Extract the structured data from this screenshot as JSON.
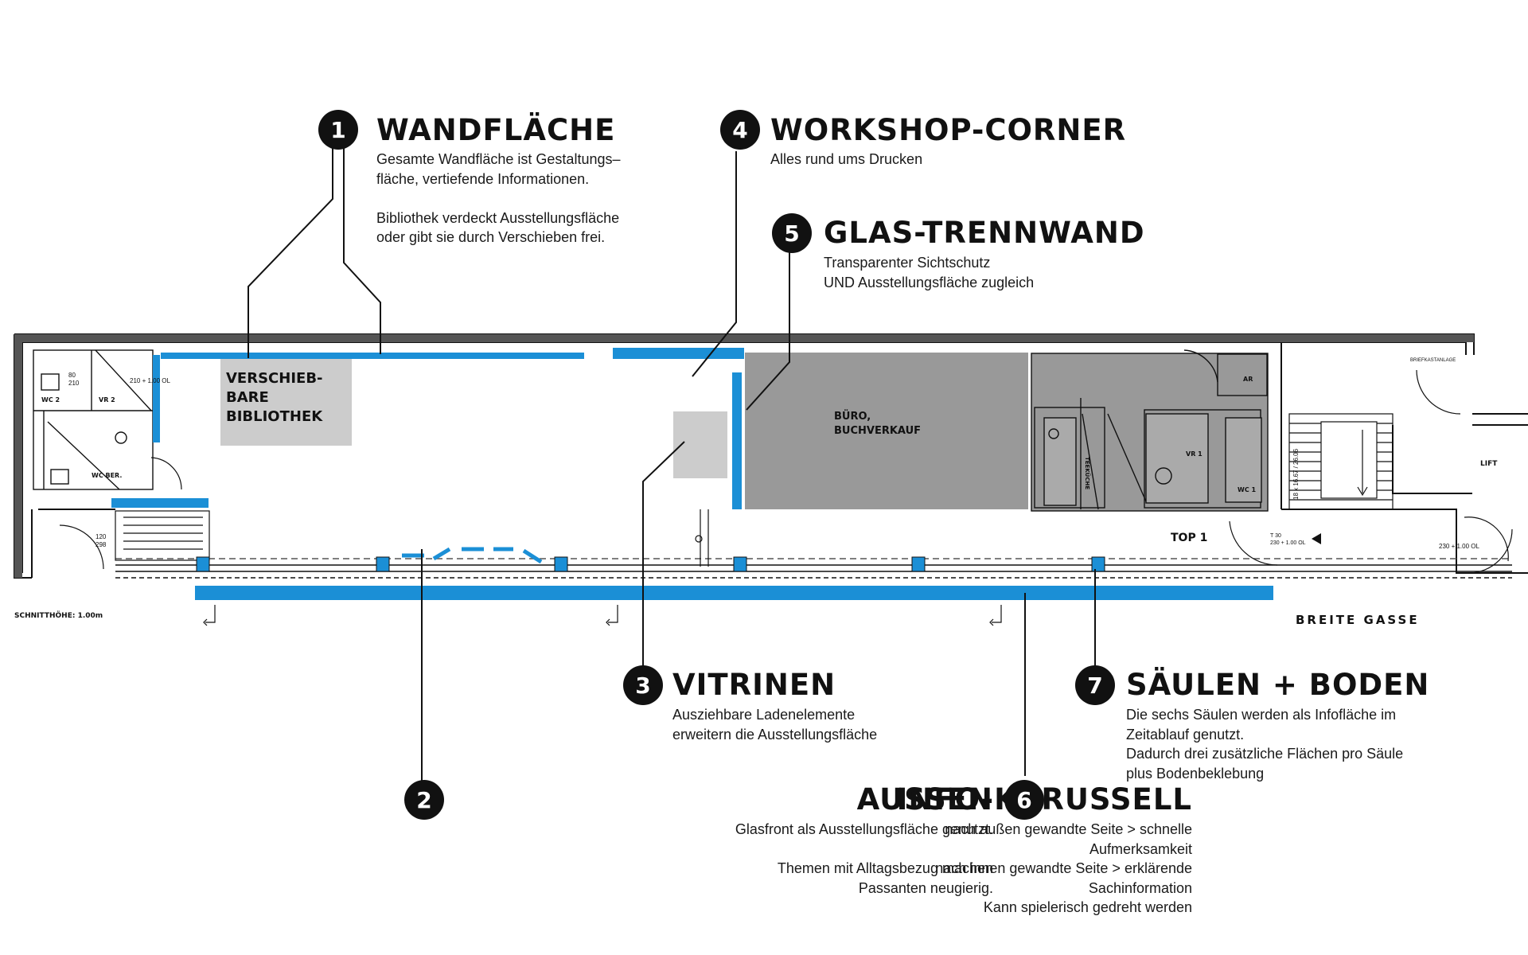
{
  "colors": {
    "accent_blue": "#1b8fd6",
    "room_gray": "#999999",
    "box_gray": "#cccccc",
    "ink": "#111111"
  },
  "callouts": [
    {
      "id": "1",
      "title": "WANDFLÄCHE",
      "body": [
        "Gesamte Wandfläche ist Gestaltungs–",
        "fläche, vertiefende Informationen.",
        "",
        "Bibliothek verdeckt Ausstellungsfläche",
        "oder gibt sie durch Verschieben frei."
      ]
    },
    {
      "id": "2",
      "title": "INFO-KARUSSELL",
      "body": [
        "nach außen gewandte Seite > schnelle",
        "Aufmerksamkeit",
        "nach innen gewandte Seite > erklärende",
        "Sachinformation",
        "Kann spielerisch gedreht werden"
      ]
    },
    {
      "id": "3",
      "title": "VITRINEN",
      "body": [
        "Ausziehbare Ladenelemente",
        "erweitern die Ausstellungsfläche"
      ]
    },
    {
      "id": "4",
      "title": "WORKSHOP-CORNER",
      "body": [
        "Alles rund ums Drucken"
      ]
    },
    {
      "id": "5",
      "title": "GLAS-TRENNWAND",
      "body": [
        "Transparenter Sichtschutz",
        "UND Ausstellungsfläche zugleich"
      ]
    },
    {
      "id": "6",
      "title": "AUSSEN",
      "body": [
        "Glasfront als Ausstellungsfläche genutzt.",
        "",
        "Themen mit Alltagsbezug machen",
        "Passanten neugierig."
      ]
    },
    {
      "id": "7",
      "title": "SÄULEN + BODEN",
      "body": [
        "Die sechs Säulen werden als Infofläche im",
        "Zeitablauf genutzt.",
        "Dadurch drei zusätzliche Flächen pro Säule",
        "plus Bodenbeklebung"
      ]
    }
  ],
  "plan": {
    "library_label": [
      "VERSCHIEB-",
      "BARE",
      "BIBLIOTHEK"
    ],
    "office_label": [
      "BÜRO,",
      "BUCHVERKAUF"
    ],
    "top_label": "TOP 1",
    "street_label": "BREITE GASSE",
    "section_height": "SCHNITTHÖHE: 1.00m",
    "lift_label": "LIFT",
    "rooms": {
      "wc2": "WC 2",
      "vr2": "VR 2",
      "wc_ber": "WC BER.",
      "vr1": "VR 1",
      "wc1": "WC 1",
      "ar": "AR",
      "teekueche": "TEEKÜCHE"
    },
    "dims": {
      "d80_210": [
        "80",
        "210"
      ],
      "d210_100": "210 + 1.00 OL",
      "d120_298": [
        "120",
        "298"
      ],
      "d230_100": "230 + 1.00 OL",
      "stairs": "18 x 16.67 / 26.06",
      "briefkasten": "BRIEFKASTANLAGE",
      "d70": [
        "T 30",
        "230 + 1.00 OL"
      ]
    }
  }
}
